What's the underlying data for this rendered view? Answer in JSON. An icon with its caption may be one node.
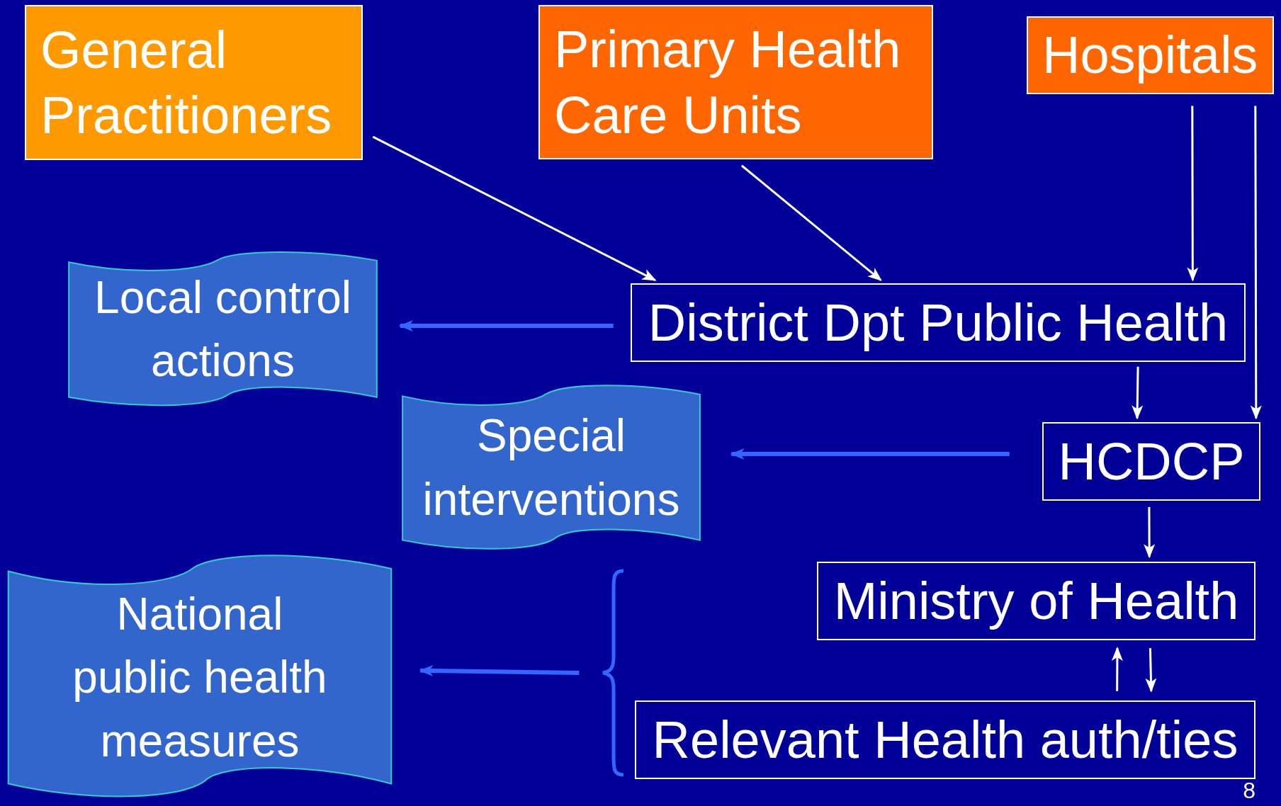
{
  "diagram": {
    "nodes": [
      {
        "text": [
          "General Practitioners"
        ]
      },
      {
        "text": [
          "Primary Health Care Units"
        ]
      },
      {
        "text": [
          "Hospitals"
        ]
      },
      {
        "text": [
          "Local control actions"
        ]
      },
      {
        "text": [
          "District Dpt Public Health"
        ]
      },
      {
        "text": [
          "Special interventions"
        ]
      },
      {
        "text": [
          "HCDCP"
        ]
      },
      {
        "text": [
          "National public health measures"
        ]
      },
      {
        "text": [
          "Ministry of Health"
        ]
      },
      {
        "text": [
          "Relevant Health auth/ties"
        ]
      },
      {
        "text": [],
        "shape": "brace"
      }
    ],
    "edges": [
      {
        "from": 0,
        "to": 4,
        "arrow": "to"
      },
      {
        "from": 1,
        "to": 4,
        "arrow": "to"
      },
      {
        "from": 2,
        "to": 4,
        "arrow": "to"
      },
      {
        "from": 2,
        "to": 6,
        "arrow": "to"
      },
      {
        "from": 4,
        "to": 6,
        "arrow": "to"
      },
      {
        "from": 6,
        "to": 8,
        "arrow": "to"
      },
      {
        "from": 9,
        "to": 8,
        "arrow": "to"
      },
      {
        "from": 8,
        "to": 9,
        "arrow": "to"
      },
      {
        "from": 4,
        "to": 3,
        "arrow": "to",
        "style": "thick",
        "color": "#3366ff"
      },
      {
        "from": 6,
        "to": 5,
        "arrow": "to",
        "style": "thick",
        "color": "#3366ff"
      },
      {
        "from": 10,
        "to": 7,
        "arrow": "to",
        "style": "thick",
        "color": "#3366ff"
      }
    ],
    "labels": [
      "8"
    ]
  }
}
